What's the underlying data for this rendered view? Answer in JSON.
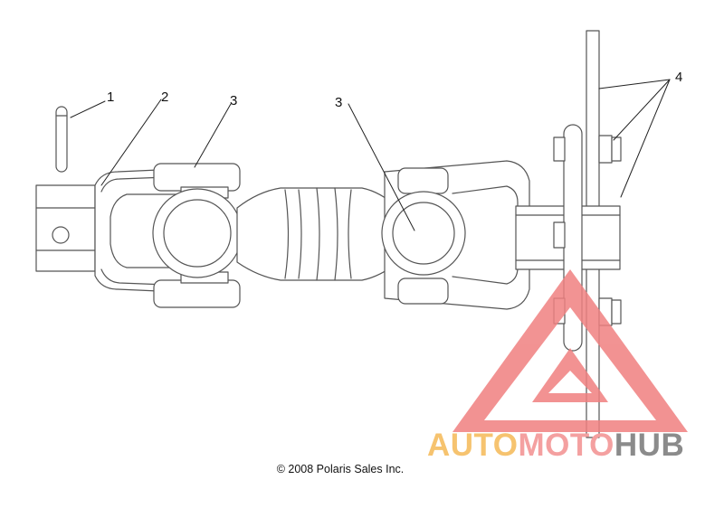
{
  "callouts": [
    {
      "id": "1",
      "label": "1"
    },
    {
      "id": "2",
      "label": "2"
    },
    {
      "id": "3a",
      "label": "3"
    },
    {
      "id": "3b",
      "label": "3"
    },
    {
      "id": "4",
      "label": "4"
    }
  ],
  "copyright": "© 2008 Polaris Sales Inc.",
  "watermark": {
    "part1": "AUTO",
    "part2": "MOTO",
    "part3": "HUB",
    "colors": {
      "part1": "#f6c36f",
      "part2": "#f4a0a0",
      "part3": "#8b8b8b",
      "triangle": "#f08080"
    }
  },
  "colors": {
    "line": "#555555",
    "background": "#ffffff"
  }
}
